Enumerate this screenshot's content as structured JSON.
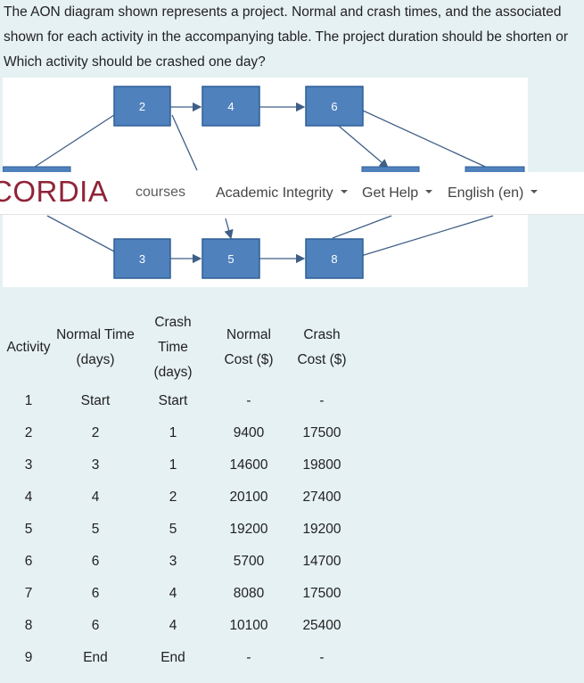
{
  "question": {
    "line1": "The AON diagram shown represents a project. Normal and crash times, and the associated",
    "line2": "shown for each activity in the accompanying table. The project duration should be shorten or",
    "line3": "Which activity should be crashed one day?"
  },
  "diagram": {
    "nodes": [
      {
        "id": "n2",
        "label": "2"
      },
      {
        "id": "n4",
        "label": "4"
      },
      {
        "id": "n6",
        "label": "6"
      },
      {
        "id": "n3",
        "label": "3"
      },
      {
        "id": "n5",
        "label": "5"
      },
      {
        "id": "n8",
        "label": "8"
      }
    ],
    "colors": {
      "node_fill": "#4f81bd",
      "node_stroke": "#2f5f96",
      "edge": "#3f5f86"
    }
  },
  "navbar": {
    "brand": "CORDIA",
    "courses": "courses",
    "items": [
      {
        "label": "Academic Integrity"
      },
      {
        "label": "Get Help"
      },
      {
        "label": "English (en)"
      }
    ],
    "brand_color": "#912338"
  },
  "table": {
    "headers": {
      "activity": "Activity",
      "normal_time_1": "Normal Time",
      "normal_time_2": "(days)",
      "crash_time_1": "Crash",
      "crash_time_2": "Time",
      "crash_time_3": "(days)",
      "normal_cost_1": "Normal",
      "normal_cost_2": "Cost ($)",
      "crash_cost_1": "Crash",
      "crash_cost_2": "Cost ($)"
    },
    "rows": [
      [
        "1",
        "Start",
        "Start",
        "-",
        "-"
      ],
      [
        "2",
        "2",
        "1",
        "9400",
        "17500"
      ],
      [
        "3",
        "3",
        "1",
        "14600",
        "19800"
      ],
      [
        "4",
        "4",
        "2",
        "20100",
        "27400"
      ],
      [
        "5",
        "5",
        "5",
        "19200",
        "19200"
      ],
      [
        "6",
        "6",
        "3",
        "5700",
        "14700"
      ],
      [
        "7",
        "6",
        "4",
        "8080",
        "17500"
      ],
      [
        "8",
        "6",
        "4",
        "10100",
        "25400"
      ],
      [
        "9",
        "End",
        "End",
        "-",
        "-"
      ]
    ]
  }
}
